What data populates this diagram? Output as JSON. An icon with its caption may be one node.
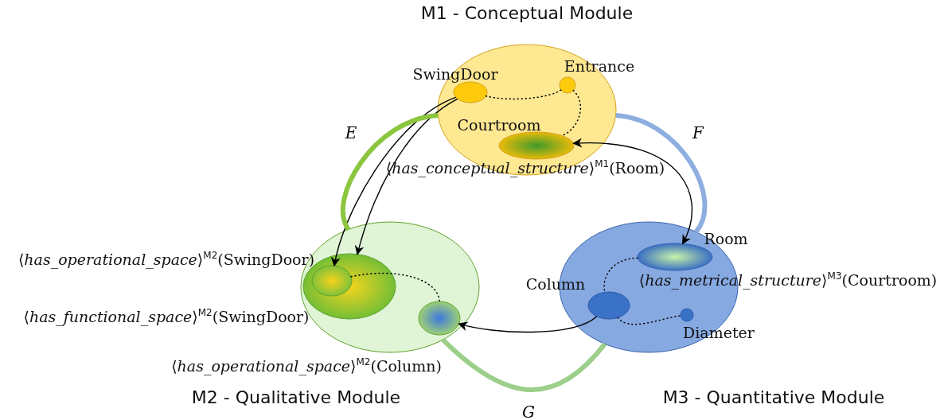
{
  "diagram": {
    "nodes": [
      {
        "text": [
          "M1 - Conceptual Module"
        ]
      },
      {
        "text": [
          "SwingDoor"
        ],
        "in": 0
      },
      {
        "text": [
          "Entrance"
        ],
        "in": 0
      },
      {
        "text": [
          "Courtroom"
        ],
        "in": 0,
        "beside": [
          "⟨*has_conceptual_structure*⟩$^{M1}$(Room)"
        ]
      },
      {
        "text": [
          "M2 - Qualitative Module"
        ]
      },
      {
        "text": [
          "⟨*has_functional_space*⟩$^{M2}$(SwingDoor)"
        ],
        "in": 4
      },
      {
        "text": [
          "⟨*has_operational_space*⟩$^{M2}$(SwingDoor)"
        ],
        "in": 5
      },
      {
        "text": [
          "⟨*has_operational_space*⟩$^{M2}$(Column)"
        ],
        "in": 4
      },
      {
        "text": [
          "M3 - Quantitative Module"
        ]
      },
      {
        "text": [
          "Room"
        ],
        "in": 8,
        "beside": [
          "⟨*has_metrical_structure*⟩$^{M3}$(Courtroom)"
        ]
      },
      {
        "text": [
          "Column"
        ],
        "in": 8
      },
      {
        "text": [
          "Diameter"
        ],
        "in": 8
      }
    ],
    "edges": [
      {
        "from": 1,
        "to": 6,
        "arrow": "to"
      },
      {
        "from": 1,
        "to": 5,
        "arrow": "to"
      },
      {
        "from": 9,
        "to": 3,
        "arrow": "both"
      },
      {
        "from": 10,
        "to": 7,
        "arrow": "to"
      },
      {
        "from": 1,
        "to": 2,
        "arrow": "none",
        "style": "dashed"
      },
      {
        "from": 2,
        "to": 3,
        "arrow": "none",
        "style": "dashed"
      },
      {
        "from": 6,
        "to": 7,
        "arrow": "none",
        "style": "dashed"
      },
      {
        "from": 9,
        "to": 10,
        "arrow": "none",
        "style": "dashed"
      },
      {
        "from": 10,
        "to": 11,
        "arrow": "none",
        "style": "dashed"
      },
      {
        "from": 4,
        "to": 0,
        "arrow": "none",
        "label": "E",
        "style": "thick",
        "color": "#8cc63f"
      },
      {
        "from": 0,
        "to": 8,
        "arrow": "none",
        "label": "F",
        "style": "thick",
        "color": "#8eaee0"
      },
      {
        "from": 4,
        "to": 8,
        "arrow": "none",
        "label": "G",
        "style": "thick",
        "color": "#9ccf8a"
      }
    ]
  }
}
